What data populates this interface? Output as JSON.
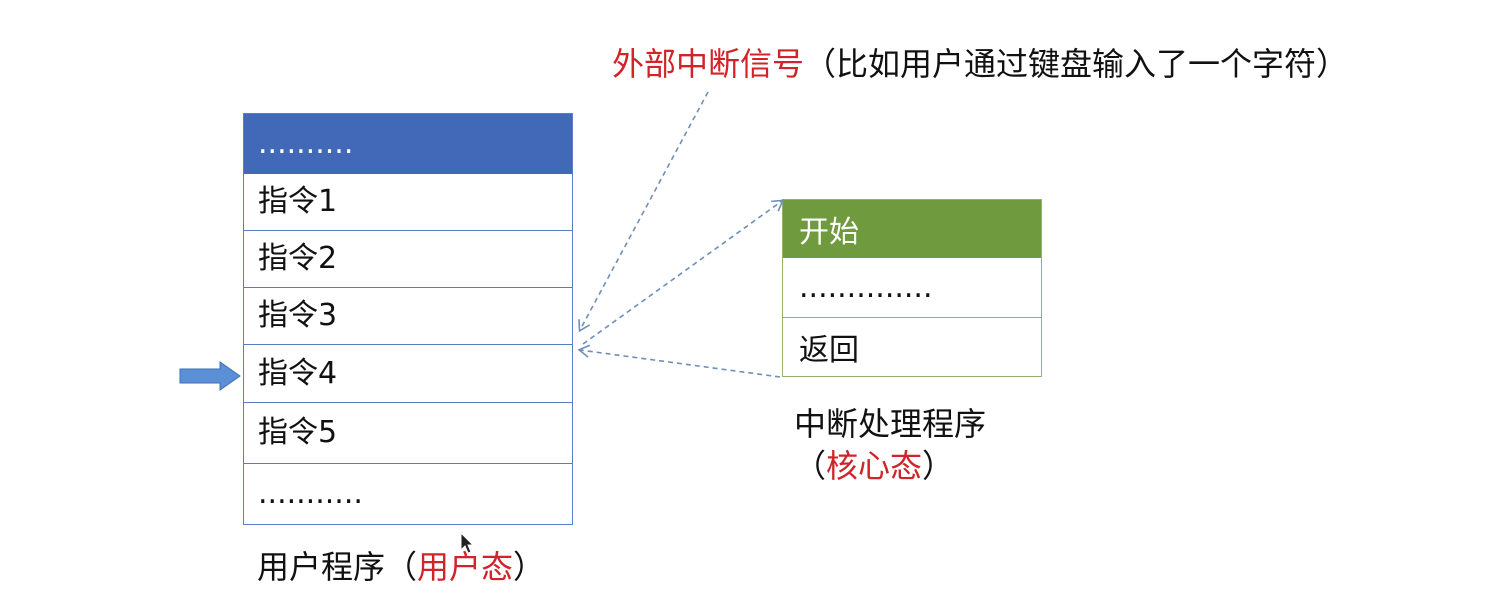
{
  "signal": {
    "label": "外部中断信号",
    "note": "（比如用户通过键盘输入了一个字符）"
  },
  "user_program": {
    "rows": [
      "..........",
      "指令1",
      "指令2",
      "指令3",
      "指令4",
      "指令5",
      "..........."
    ],
    "current_index": 4,
    "caption_prefix": "用户程序（",
    "caption_mode": "用户态",
    "caption_suffix": "）"
  },
  "interrupt_handler": {
    "rows": [
      "开始",
      "..............",
      "返回"
    ],
    "caption": "中断处理程序",
    "mode_prefix": "（",
    "mode": "核心态",
    "mode_suffix": "）"
  },
  "colors": {
    "user_header": "#4169b8",
    "handler_header": "#6f9a3e",
    "highlight_text": "#d1242a",
    "arrow": "#5b8fd6",
    "dashed": "#6f8fb8"
  }
}
